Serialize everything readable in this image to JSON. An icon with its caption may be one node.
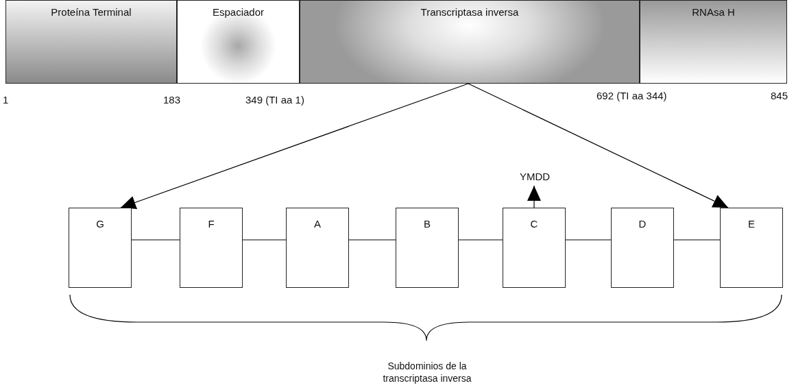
{
  "diagram": {
    "nodes": [
      {
        "text": [
          "Proteína Terminal"
        ]
      },
      {
        "text": [
          "Espaciador"
        ]
      },
      {
        "text": [
          "Transcriptasa inversa"
        ]
      },
      {
        "text": [
          "RNAsa H"
        ]
      },
      {
        "text": [
          "G"
        ]
      },
      {
        "text": [
          "F"
        ]
      },
      {
        "text": [
          "A"
        ]
      },
      {
        "text": [
          "B"
        ]
      },
      {
        "text": [
          "C"
        ]
      },
      {
        "text": [
          "D"
        ]
      },
      {
        "text": [
          "E"
        ]
      },
      {
        "text": [
          "YMDD"
        ]
      }
    ],
    "edges": [
      {
        "from": 2,
        "to": 4,
        "arrow": "to"
      },
      {
        "from": 2,
        "to": 10,
        "arrow": "to"
      },
      {
        "from": 4,
        "to": 5,
        "arrow": "none"
      },
      {
        "from": 5,
        "to": 6,
        "arrow": "none"
      },
      {
        "from": 6,
        "to": 7,
        "arrow": "none"
      },
      {
        "from": 7,
        "to": 8,
        "arrow": "none"
      },
      {
        "from": 8,
        "to": 9,
        "arrow": "none"
      },
      {
        "from": 9,
        "to": 10,
        "arrow": "none"
      },
      {
        "from": 8,
        "to": 11,
        "arrow": "to"
      }
    ],
    "labels": [
      "1",
      "183",
      "349 (TI aa 1)",
      "692 (TI aa 344)",
      "845",
      "Subdominios de la transcriptasa inversa"
    ]
  }
}
